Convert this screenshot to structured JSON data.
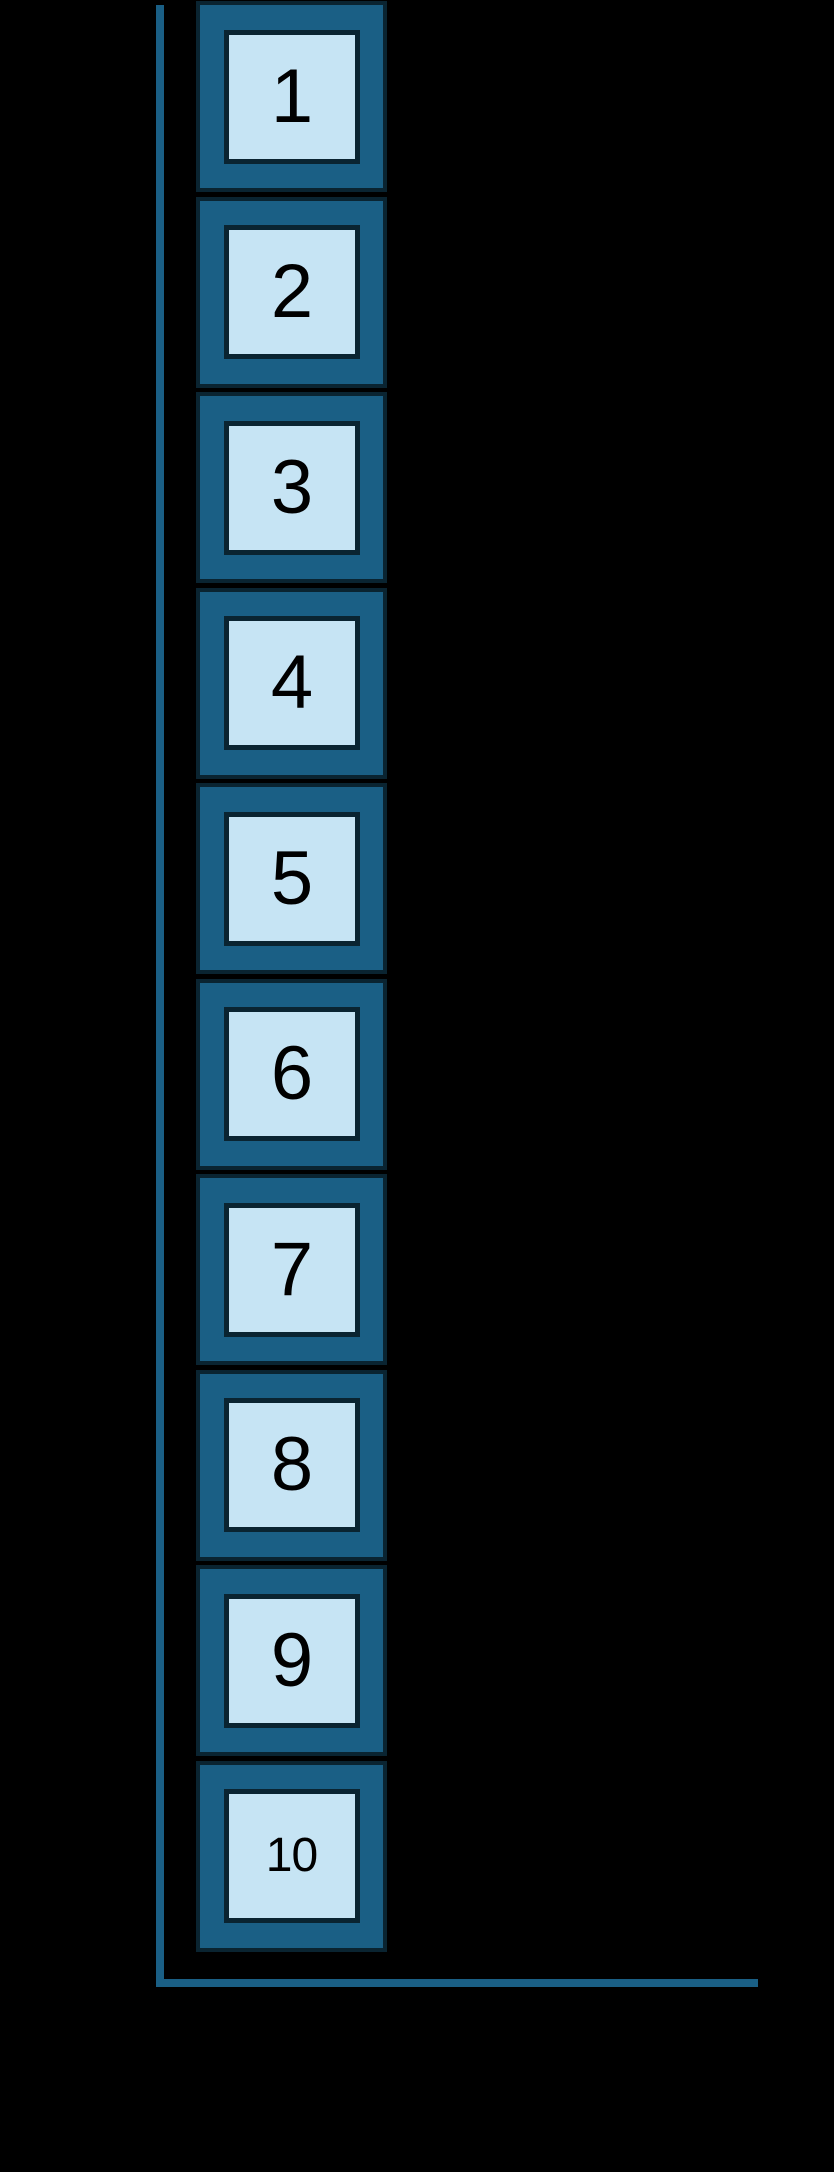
{
  "figure": {
    "background_color": "#000000",
    "axes": {
      "color": "#1A5F85",
      "y_axis_present": "true",
      "x_axis_present": "true"
    },
    "cell_style": {
      "frame_color": "#1A5F85",
      "border_color": "#0A2431",
      "fill_color": "#C6E4F4",
      "number_color": "#000000"
    },
    "items": [
      {
        "label": "1"
      },
      {
        "label": "2"
      },
      {
        "label": "3"
      },
      {
        "label": "4"
      },
      {
        "label": "5"
      },
      {
        "label": "6"
      },
      {
        "label": "7"
      },
      {
        "label": "8"
      },
      {
        "label": "9"
      },
      {
        "label": "10"
      }
    ]
  }
}
